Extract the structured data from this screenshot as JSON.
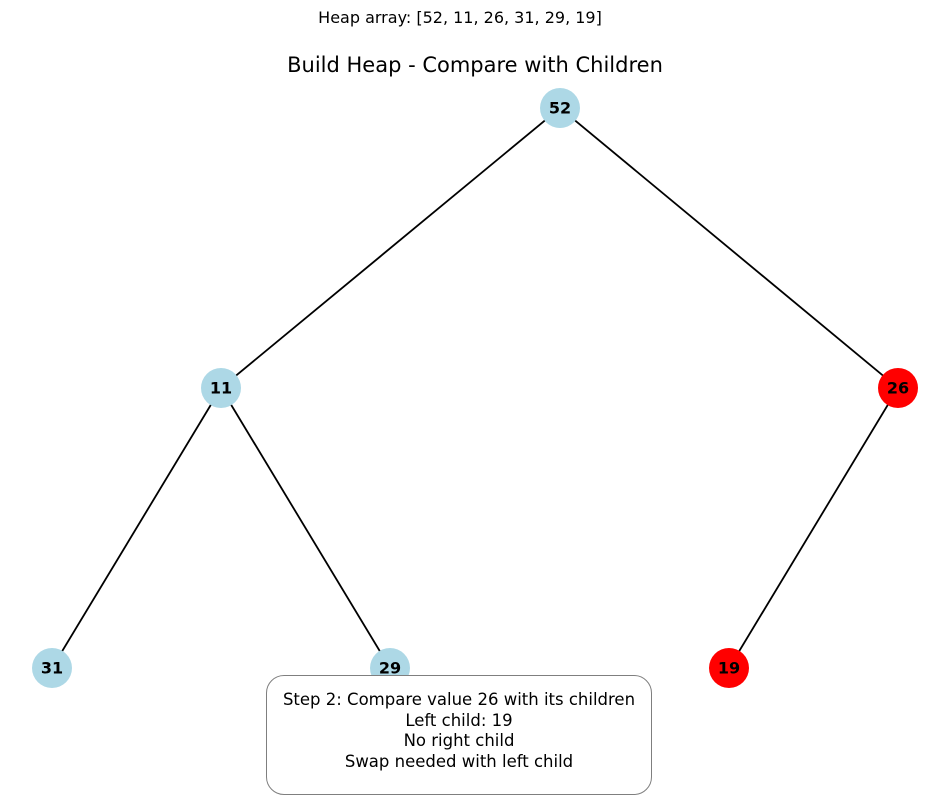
{
  "header": {
    "heap_array_text": "Heap array: [52, 11, 26, 31, 29, 19]",
    "title": "Build Heap - Compare with Children"
  },
  "colors": {
    "normal_node": "#add8e6",
    "highlight_node": "#ff0000",
    "edge": "#000000"
  },
  "tree": {
    "nodes": [
      {
        "id": "n0",
        "label": "52",
        "state": "normal"
      },
      {
        "id": "n1",
        "label": "11",
        "state": "normal"
      },
      {
        "id": "n2",
        "label": "26",
        "state": "highlight"
      },
      {
        "id": "n3",
        "label": "31",
        "state": "normal"
      },
      {
        "id": "n4",
        "label": "29",
        "state": "normal"
      },
      {
        "id": "n5",
        "label": "19",
        "state": "highlight"
      }
    ],
    "edges": [
      [
        "n0",
        "n1"
      ],
      [
        "n0",
        "n2"
      ],
      [
        "n1",
        "n3"
      ],
      [
        "n1",
        "n4"
      ],
      [
        "n2",
        "n5"
      ]
    ]
  },
  "step_box": {
    "lines": [
      "Step 2: Compare value 26 with its children",
      "Left child: 19",
      "No right child",
      "Swap needed with left child"
    ]
  }
}
